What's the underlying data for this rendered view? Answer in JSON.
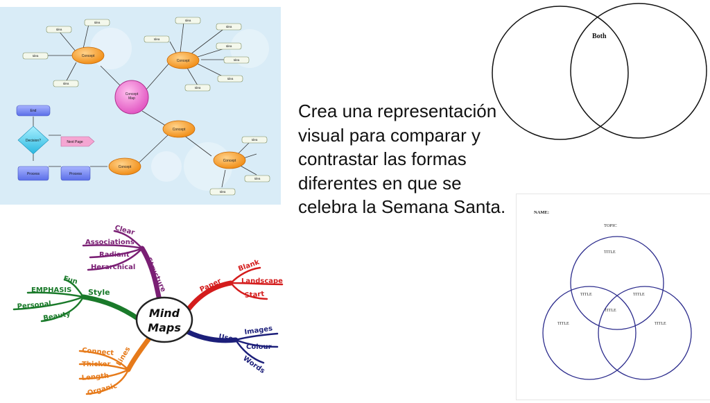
{
  "slide": {
    "prompt": "Crea una representación visual para comparar y contrastar las formas diferentes en que se celebra la Semana Santa."
  },
  "concept_map": {
    "center": [
      "Concept",
      "Map"
    ],
    "concept": "Concept",
    "idea": "Idea",
    "end": "End",
    "decision": "Decision?",
    "next_page": "Next Page",
    "process": "Process"
  },
  "mind_map": {
    "center": [
      "Mind",
      "Maps"
    ],
    "branches": {
      "structure": "Structure",
      "style": "Style",
      "lines": "Lines",
      "use": "Use",
      "paper": "Paper"
    },
    "leaves": {
      "clear": "Clear",
      "associations": "Associations",
      "radiant": "Radiant",
      "herarchical": "Herarchical",
      "fun": "Fun",
      "emphasis": "EMPHASIS",
      "personal": "Personal",
      "beauty": "Beauty",
      "connect": "Connect",
      "thicker": "Thicker",
      "length": "Length",
      "organic": "Organic",
      "blank": "Blank",
      "landscape": "Landscape",
      "start": "Start",
      "images": "Images",
      "colour": "Colour",
      "words": "Words"
    },
    "colors": {
      "structure": "#7a1f74",
      "style": "#1a7a2a",
      "lines": "#e67a1a",
      "use": "#1c1f7a",
      "paper": "#d41c1c"
    }
  },
  "venn_two": {
    "overlap_label": "Both"
  },
  "venn_three": {
    "name_label": "NAME:",
    "topic_label": "TOPIC",
    "title_label": "TITLE",
    "circle_color": "#2b2b8c"
  }
}
